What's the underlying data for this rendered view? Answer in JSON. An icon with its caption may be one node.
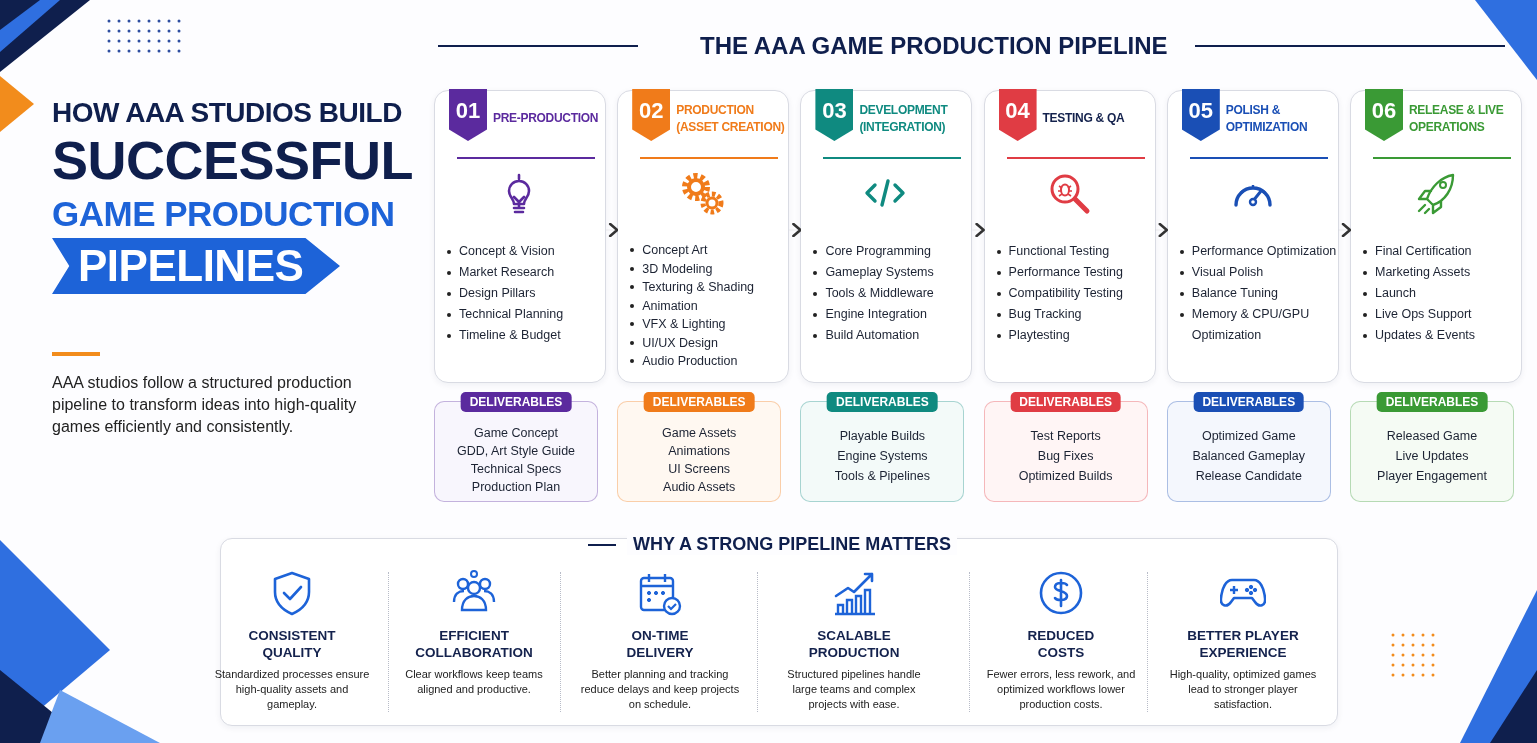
{
  "diagram": {
    "title": "HOW AAA STUDIOS BUILD SUCCESSFUL GAME PRODUCTION PIPELINES",
    "nodes": [
      {
        "text": [
          "01",
          "PRE-PRODUCTION",
          "Concept & Vision",
          "Market Research",
          "Design Pillars",
          "Technical Planning",
          "Timeline & Budget"
        ]
      },
      {
        "text": [
          "02",
          "PRODUCTION (ASSET CREATION)",
          "Concept Art",
          "3D Modeling",
          "Texturing & Shading",
          "Animation",
          "VFX & Lighting",
          "UI/UX Design",
          "Audio Production"
        ]
      },
      {
        "text": [
          "03",
          "DEVELOPMENT (INTEGRATION)",
          "Core Programming",
          "Gameplay Systems",
          "Tools & Middleware",
          "Engine Integration",
          "Build Automation"
        ]
      },
      {
        "text": [
          "04",
          "TESTING & QA",
          "Functional Testing",
          "Performance Testing",
          "Compatibility Testing",
          "Bug Tracking",
          "Playtesting"
        ]
      },
      {
        "text": [
          "05",
          "POLISH & OPTIMIZATION",
          "Performance Optimization",
          "Visual Polish",
          "Balance Tuning",
          "Memory & CPU/GPU Optimization"
        ]
      },
      {
        "text": [
          "06",
          "RELEASE & LIVE OPERATIONS",
          "Final Certification",
          "Marketing Assets",
          "Launch",
          "Live Ops Support",
          "Updates & Events"
        ]
      },
      {
        "text": [
          "DELIVERABLES",
          "Game Concept",
          "GDD, Art Style Guide",
          "Technical Specs",
          "Production Plan"
        ]
      },
      {
        "text": [
          "DELIVERABLES",
          "Game Assets",
          "Animations",
          "UI Screens",
          "Audio Assets"
        ]
      },
      {
        "text": [
          "DELIVERABLES",
          "Playable Builds",
          "Engine Systems",
          "Tools & Pipelines"
        ]
      },
      {
        "text": [
          "DELIVERABLES",
          "Test Reports",
          "Bug Fixes",
          "Optimized Builds"
        ]
      },
      {
        "text": [
          "DELIVERABLES",
          "Optimized Game",
          "Balanced Gameplay",
          "Release Candidate"
        ]
      },
      {
        "text": [
          "DELIVERABLES",
          "Released Game",
          "Live Updates",
          "Player Engagement"
        ]
      },
      {
        "text": [
          "WHY A STRONG PIPELINE MATTERS"
        ]
      }
    ],
    "edges": [
      {
        "from": 0,
        "to": 1,
        "arrow": "to"
      },
      {
        "from": 1,
        "to": 2,
        "arrow": "to"
      },
      {
        "from": 2,
        "to": 3,
        "arrow": "to"
      },
      {
        "from": 3,
        "to": 4,
        "arrow": "to"
      },
      {
        "from": 4,
        "to": 5,
        "arrow": "to"
      }
    ],
    "labels": [
      "THE AAA GAME PRODUCTION PIPELINE",
      "AAA studios follow a structured production pipeline to transform ideas into high-quality games efficiently and consistently.",
      "CONSISTENT QUALITY",
      "Standardized processes ensure high-quality assets and gameplay.",
      "EFFICIENT COLLABORATION",
      "Clear workflows keep teams aligned and productive.",
      "ON-TIME DELIVERY",
      "Better planning and tracking reduce delays and keep projects on schedule.",
      "SCALABLE PRODUCTION",
      "Structured pipelines handle large teams and complex projects with ease.",
      "REDUCED COSTS",
      "Fewer errors, less rework, and optimized workflows lower production costs.",
      "BETTER PLAYER EXPERIENCE",
      "High-quality, optimized games lead to stronger player satisfaction."
    ]
  }
}
